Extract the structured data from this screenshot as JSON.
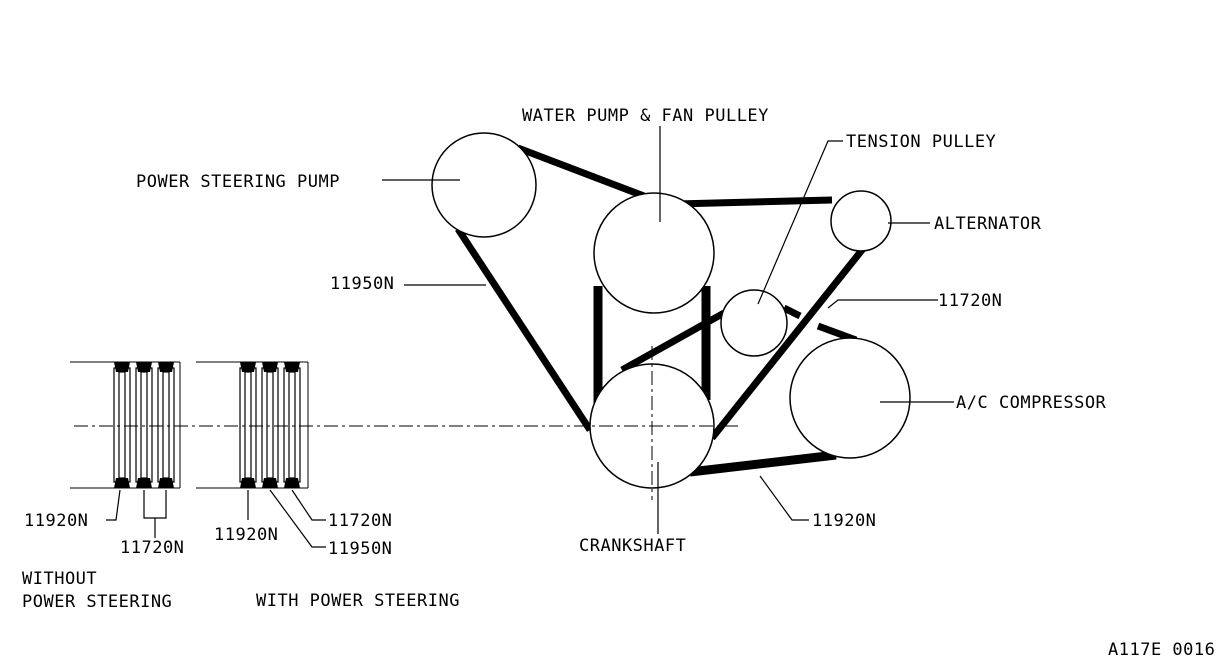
{
  "labels": {
    "water_pump": "WATER PUMP & FAN PULLEY",
    "tension_pulley": "TENSION PULLEY",
    "power_steering_pump": "POWER STEERING PUMP",
    "alternator": "ALTERNATOR",
    "belt_11950n": "11950N",
    "belt_11720n_main": "11720N",
    "ac_compressor": "A/C COMPRESSOR",
    "belt_11920n_main": "11920N",
    "crankshaft": "CRANKSHAFT",
    "without_11920n": "11920N",
    "without_11720n": "11720N",
    "with_11920n": "11920N",
    "with_11720n": "11720N",
    "with_11950n": "11950N",
    "without_caption_line1": "WITHOUT",
    "without_caption_line2": "POWER STEERING",
    "with_caption": "WITH POWER STEERING",
    "figure_code": "A117E 0016"
  }
}
